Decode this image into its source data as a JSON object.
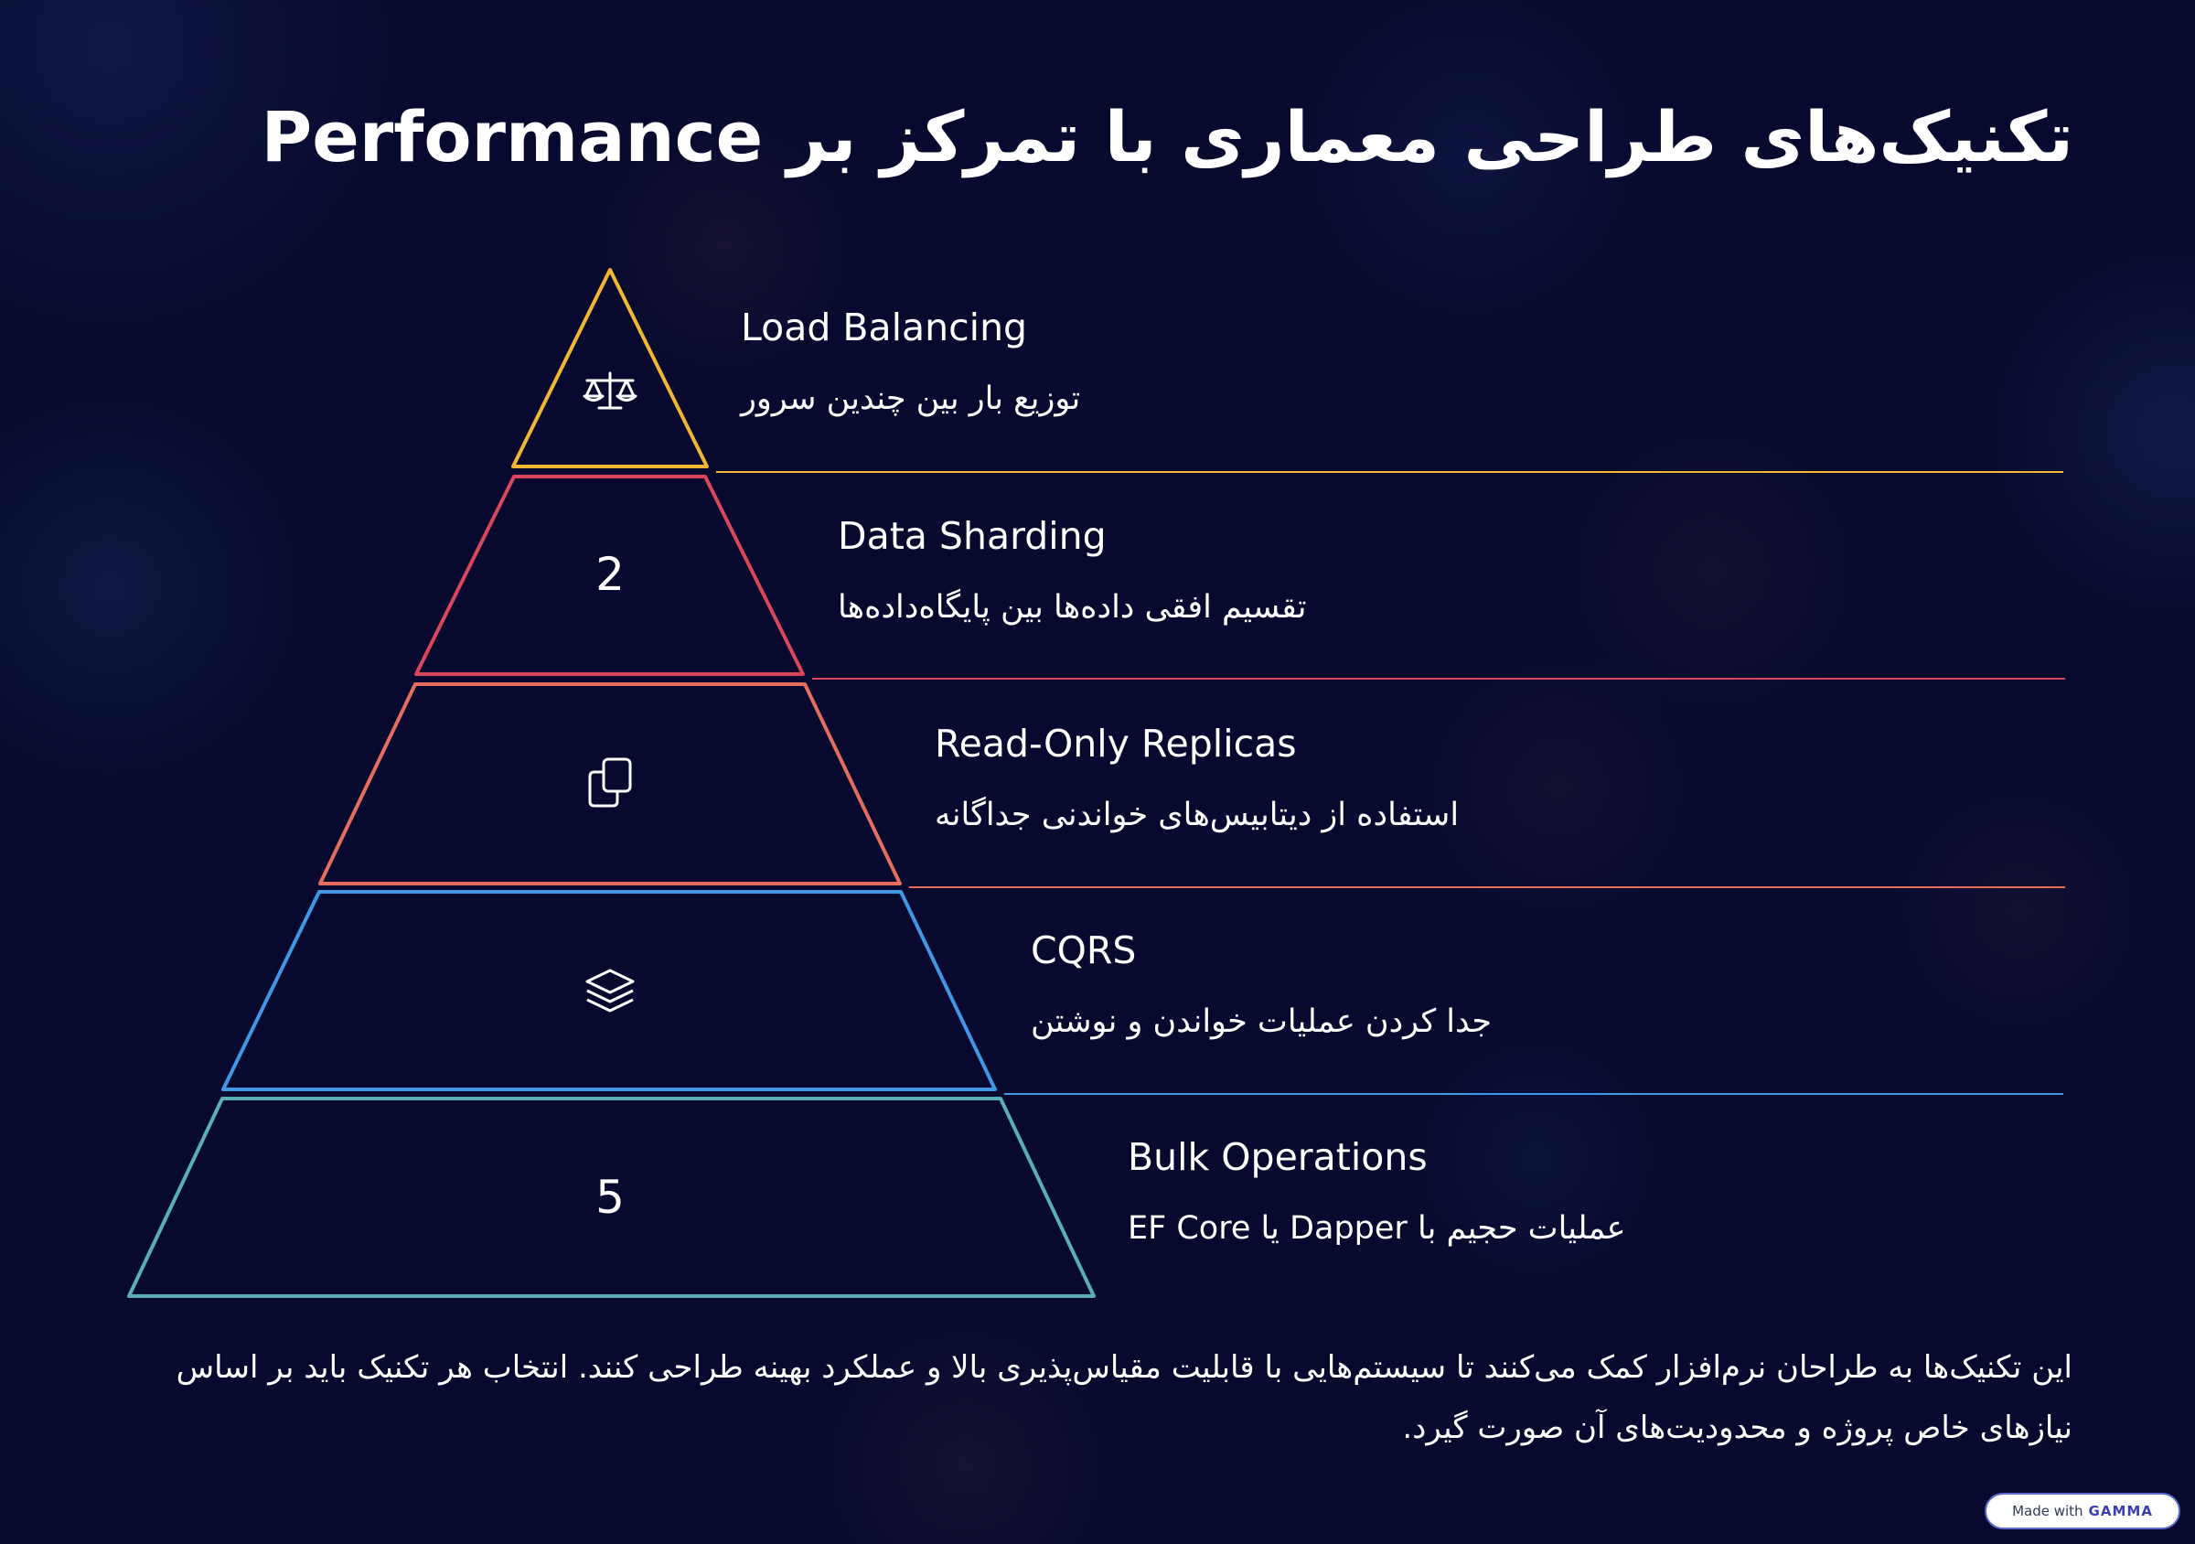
{
  "title": "تکنیک‌های طراحی معماری با تمرکز بر Performance",
  "tiers": [
    {
      "marker": "scale-icon",
      "number": "",
      "title": "Load Balancing",
      "description": "توزیع بار بین چندین سرور",
      "color": "#f2b731"
    },
    {
      "marker": "",
      "number": "2",
      "title": "Data Sharding",
      "description": "تقسیم افقی داده‌ها بین پایگاه‌داده‌ها",
      "color": "#d9465e"
    },
    {
      "marker": "copy-icon",
      "number": "",
      "title": "Read-Only Replicas",
      "description": "استفاده از دیتابیس‌های خواندنی جداگانه",
      "color": "#e46d5e"
    },
    {
      "marker": "layers-icon",
      "number": "",
      "title": "CQRS",
      "description": "جدا کردن عملیات خواندن و نوشتن",
      "color": "#3f97e6"
    },
    {
      "marker": "",
      "number": "5",
      "title": "Bulk Operations",
      "description": "عملیات حجیم با Dapper یا EF Core",
      "color": "#5aaeb5"
    }
  ],
  "footer": "این تکنیک‌ها به طراحان نرم‌افزار کمک می‌کنند تا سیستم‌هایی با قابلیت مقیاس‌پذیری بالا و عملکرد بهینه طراحی کنند. انتخاب هر تکنیک باید بر اساس نیازهای خاص پروژه و محدودیت‌های آن صورت گیرد.",
  "badge": {
    "prefix": "Made with",
    "brand": "GAMMA"
  }
}
